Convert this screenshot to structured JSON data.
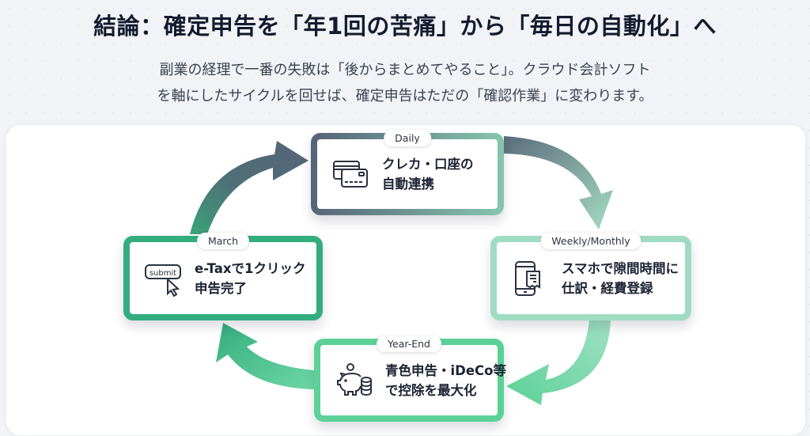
{
  "header": {
    "title": "結論：確定申告を「年1回の苦痛」から「毎日の自動化」へ",
    "subtitle_lines": [
      "副業の経理で一番の失敗は「後からまとめてやること」。クラウド会計ソフト",
      "を軸にしたサイクルを回せば、確定申告はただの「確認作業」に変わります。"
    ]
  },
  "cycle": {
    "nodes": [
      {
        "id": "daily",
        "tag": "Daily",
        "icon": "credit-cards-icon",
        "lines": [
          "クレカ・口座の",
          "自動連携"
        ],
        "color": "#566378"
      },
      {
        "id": "weekly",
        "tag": "Weekly/Monthly",
        "icon": "smartphone-receipt-icon",
        "lines": [
          "スマホで隙間時間に",
          "仕訳・経費登録"
        ],
        "color": "#9fdcc2"
      },
      {
        "id": "yearend",
        "tag": "Year-End",
        "icon": "piggy-bank-coins-icon",
        "lines": [
          "青色申告・iDeCo等",
          "で控除を最大化"
        ],
        "color": "#5cd197"
      },
      {
        "id": "march",
        "tag": "March",
        "icon": "submit-click-icon",
        "lines": [
          "e-Taxで1クリック",
          "申告完了"
        ],
        "color": "#33ad7e"
      }
    ],
    "submit_icon_label": "submit",
    "flow_order": [
      "Daily",
      "Weekly/Monthly",
      "Year-End",
      "March",
      "Daily"
    ]
  }
}
